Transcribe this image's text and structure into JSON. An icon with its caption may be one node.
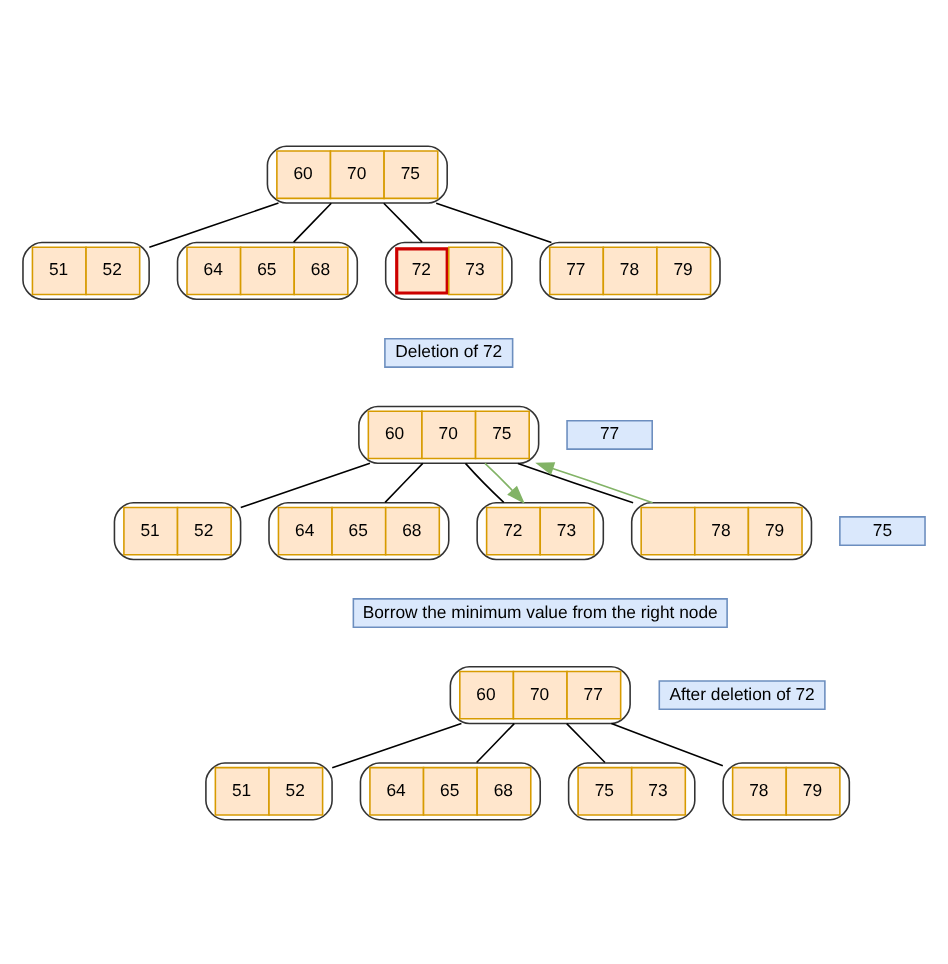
{
  "diagram": {
    "nodes": [
      {
        "text": [
          "60",
          "70",
          "75"
        ]
      },
      {
        "text": [
          "51",
          "52"
        ]
      },
      {
        "text": [
          "64",
          "65",
          "68"
        ]
      },
      {
        "text": [
          "72",
          "73"
        ]
      },
      {
        "text": [
          "77",
          "78",
          "79"
        ]
      },
      {
        "text": [
          "Deletion of 72"
        ]
      },
      {
        "text": [
          "60",
          "70",
          "75"
        ]
      },
      {
        "text": [
          "77"
        ]
      },
      {
        "text": [
          "51",
          "52"
        ]
      },
      {
        "text": [
          "64",
          "65",
          "68"
        ]
      },
      {
        "text": [
          "72",
          "73"
        ]
      },
      {
        "text": [
          "75"
        ]
      },
      {
        "text": [
          "78",
          "79"
        ]
      },
      {
        "text": [
          "Borrow the minimum value from the right node"
        ]
      },
      {
        "text": [
          "60",
          "70",
          "77"
        ]
      },
      {
        "text": [
          "After deletion of 72"
        ]
      },
      {
        "text": [
          "51",
          "52"
        ]
      },
      {
        "text": [
          "64",
          "65",
          "68"
        ]
      },
      {
        "text": [
          "75",
          "73"
        ]
      },
      {
        "text": [
          "78",
          "79"
        ]
      }
    ],
    "edges": [
      {
        "from": 0,
        "to": 1,
        "arrow": "none"
      },
      {
        "from": 0,
        "to": 2,
        "arrow": "none"
      },
      {
        "from": 0,
        "to": 3,
        "arrow": "none"
      },
      {
        "from": 0,
        "to": 4,
        "arrow": "none"
      },
      {
        "from": 6,
        "to": 8,
        "arrow": "none"
      },
      {
        "from": 6,
        "to": 9,
        "arrow": "none"
      },
      {
        "from": 6,
        "to": 10,
        "arrow": "none"
      },
      {
        "from": 6,
        "to": 12,
        "arrow": "none"
      },
      {
        "from": 12,
        "to": 6,
        "arrow": "to",
        "color": "#82b366"
      },
      {
        "from": 6,
        "to": 10,
        "arrow": "to",
        "color": "#82b366"
      },
      {
        "from": 14,
        "to": 16,
        "arrow": "none"
      },
      {
        "from": 14,
        "to": 17,
        "arrow": "none"
      },
      {
        "from": 14,
        "to": 18,
        "arrow": "none"
      },
      {
        "from": 14,
        "to": 19,
        "arrow": "none"
      }
    ]
  }
}
